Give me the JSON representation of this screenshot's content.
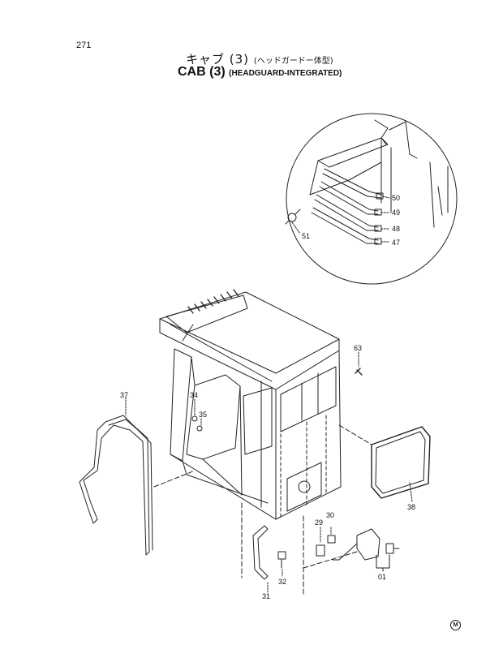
{
  "header": {
    "page_number": "271",
    "title_jp_main": "キャブ (3)",
    "title_jp_sub": "(ヘッドガードー体型)",
    "title_en_main": "CAB (3)",
    "title_en_sub": "(HEADGUARD-INTEGRATED)"
  },
  "callouts": {
    "p01": "01",
    "p29": "29",
    "p30": "30",
    "p31": "31",
    "p32": "32",
    "p34": "34",
    "p35": "35",
    "p37": "37",
    "p38": "38",
    "p47": "47",
    "p48": "48",
    "p49": "49",
    "p50": "50",
    "p51": "51",
    "p63": "63"
  },
  "footer": {
    "maker_mark": "M"
  }
}
